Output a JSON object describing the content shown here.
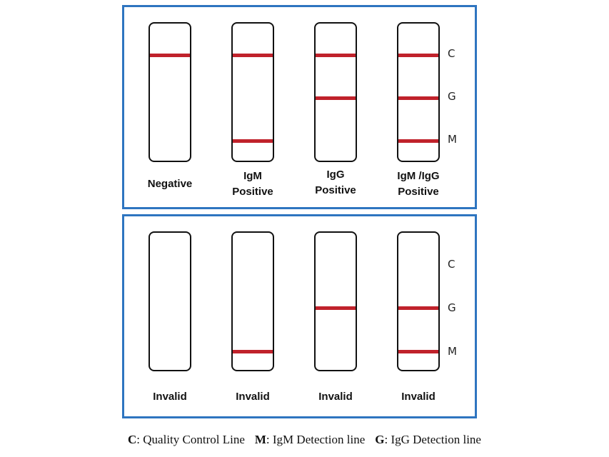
{
  "line_letters": {
    "c": "C",
    "g": "G",
    "m": "M"
  },
  "colors": {
    "panel_border": "#2e75c0",
    "band": "#c0222b",
    "strip_border": "#111111"
  },
  "top_panel": {
    "strips": [
      {
        "label_lines": [
          "Negative"
        ],
        "bands": {
          "C": true,
          "G": false,
          "M": false
        }
      },
      {
        "label_lines": [
          "IgM",
          "Positive"
        ],
        "bands": {
          "C": true,
          "G": false,
          "M": true
        }
      },
      {
        "label_lines": [
          "IgG",
          "Positive"
        ],
        "bands": {
          "C": true,
          "G": true,
          "M": false
        }
      },
      {
        "label_lines": [
          "IgM /IgG",
          "Positive"
        ],
        "bands": {
          "C": true,
          "G": true,
          "M": true
        }
      }
    ]
  },
  "bottom_panel": {
    "strips": [
      {
        "label_lines": [
          "Invalid"
        ],
        "bands": {
          "C": false,
          "G": false,
          "M": false
        }
      },
      {
        "label_lines": [
          "Invalid"
        ],
        "bands": {
          "C": false,
          "G": false,
          "M": true
        }
      },
      {
        "label_lines": [
          "Invalid"
        ],
        "bands": {
          "C": false,
          "G": true,
          "M": false
        }
      },
      {
        "label_lines": [
          "Invalid"
        ],
        "bands": {
          "C": false,
          "G": true,
          "M": true
        }
      }
    ]
  },
  "legend": [
    {
      "key": "C",
      "text": ": Quality Control Line"
    },
    {
      "key": "M",
      "text": ": IgM Detection line"
    },
    {
      "key": "G",
      "text": ": IgG Detection line"
    }
  ]
}
